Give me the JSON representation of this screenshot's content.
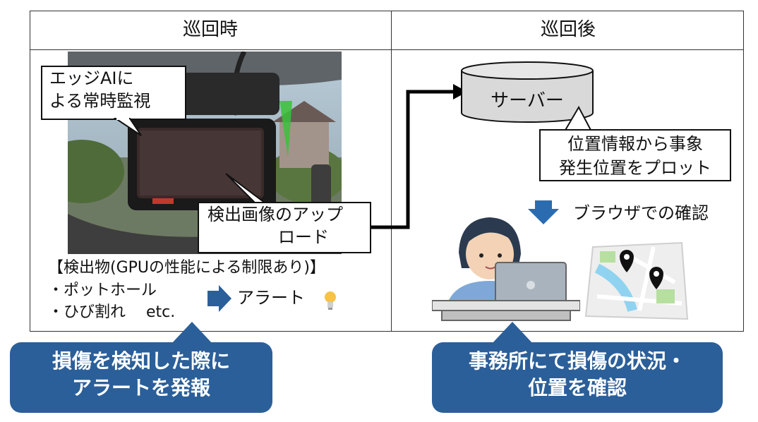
{
  "columns": {
    "left_header": "巡回時",
    "right_header": "巡回後"
  },
  "left": {
    "edge_ai_callout_line1": "エッジAIに",
    "edge_ai_callout_line2": "よる常時監視",
    "upload_callout_line1": "検出画像のアップ",
    "upload_callout_line2": "ロード",
    "detected_title": "【検出物(GPUの性能による制限あり)】",
    "detected_items": [
      "・ポットホール",
      "・ひび割れ　 etc."
    ],
    "alert_label": "アラート",
    "alert_icon": "lightbulb-icon"
  },
  "right": {
    "server_label": "サーバー",
    "plot_callout_line1": "位置情報から事象",
    "plot_callout_line2": "発生位置をプロット",
    "browser_label": "ブラウザでの確認",
    "map_icon": "map-icon",
    "operator_icon": "office-worker-illustration"
  },
  "badges": {
    "left_line1": "損傷を検知した際に",
    "left_line2": "アラートを発報",
    "right_line1": "事務所にて損傷の状況・",
    "right_line2": "位置を確認"
  },
  "colors": {
    "badge_blue": "#2b5f99",
    "arrow_blue": "#2e75b6",
    "server_gray": "#d9d9d9"
  }
}
